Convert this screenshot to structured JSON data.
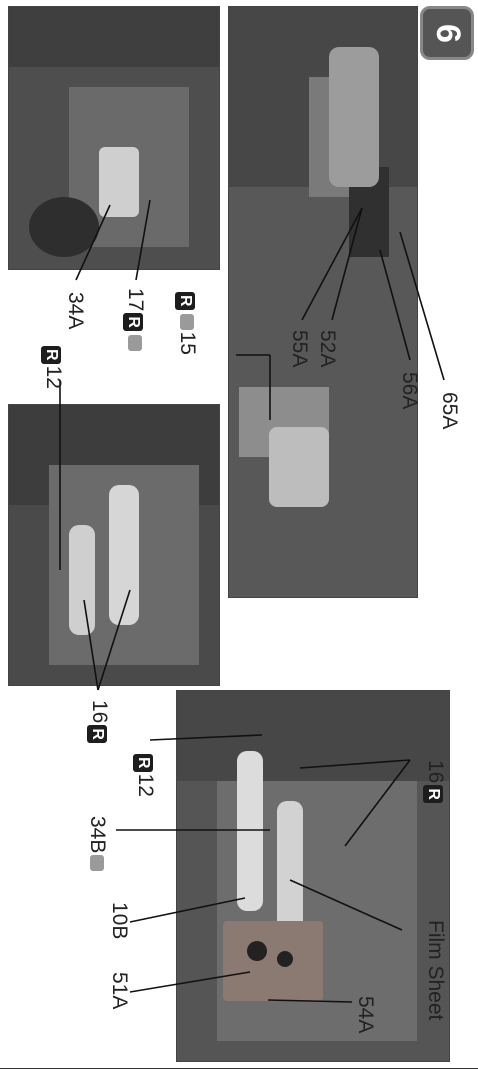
{
  "step": {
    "number": "6"
  },
  "colors": {
    "photo_bg": "#5b5b5b",
    "badge_bg": "#1d1d1d",
    "text": "#222222"
  },
  "callouts": {
    "p65a": "65A",
    "p56a": "56A",
    "p52a": "52A",
    "p55a": "55A",
    "r15_num": "15",
    "r_letter": "R",
    "p17_num": "17",
    "p34a": "34A",
    "r12_num": "12",
    "p16_num": "16",
    "p16_num_b": "16",
    "r12_num_b": "12",
    "p34b": "34B",
    "p10b": "10B",
    "p51a": "51A",
    "p54a": "54A",
    "film_sheet": "Film Sheet"
  }
}
